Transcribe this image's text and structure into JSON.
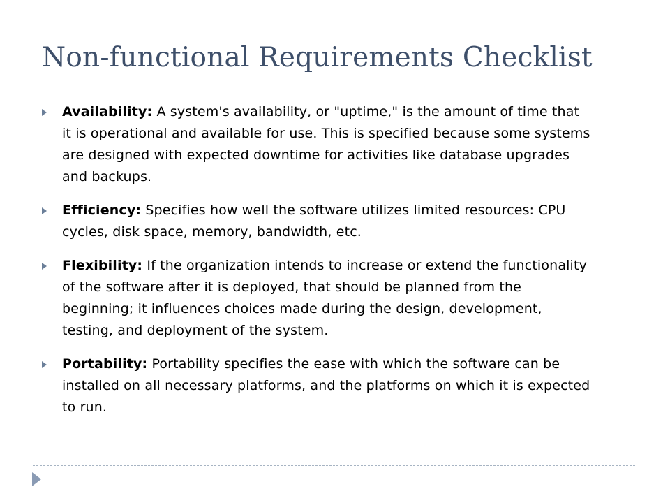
{
  "slide": {
    "title": "Non-functional Requirements Checklist",
    "bullets": [
      {
        "term": "Availability:",
        "text": "A system's availability, or \"uptime,\" is the amount of time that it is operational and available for use. This is specified because some systems are designed with expected downtime for activities like database upgrades and backups."
      },
      {
        "term": "Efficiency:",
        "text": "Specifies how well the software utilizes limited resources: CPU cycles, disk space, memory, bandwidth, etc."
      },
      {
        "term": "Flexibility:",
        "text": "If the organization intends to increase or extend the functionality of the software after it is deployed, that should be planned from the beginning; it influences choices made during the design, development, testing, and deployment of the system."
      },
      {
        "term": "Portability:",
        "text": "Portability specifies the ease with which the software can be installed on all necessary platforms, and the platforms on which it is expected to run."
      }
    ],
    "icons": {
      "bullet_marker": "triangle-right-icon",
      "footer_marker": "triangle-right-icon"
    },
    "colors": {
      "title": "#3e4f6a",
      "rule": "#a7b4c3",
      "bullet": "#6b7f99",
      "footer_arrow": "#8a9bb4",
      "text": "#000000"
    }
  }
}
